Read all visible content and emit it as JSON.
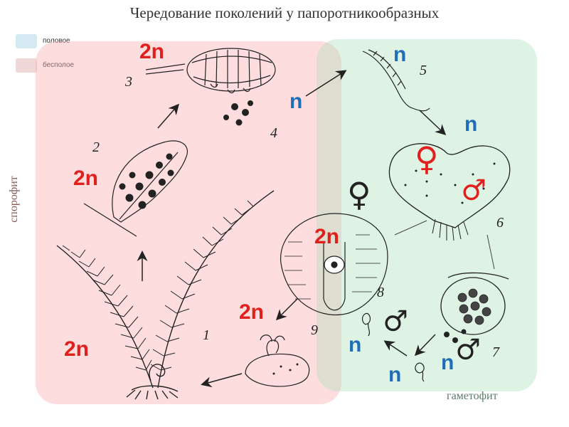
{
  "title": "Чередование поколений у папоротникообразных",
  "legend": [
    {
      "label": "половое",
      "color": "#d4e9f1"
    },
    {
      "label": "бесполое",
      "color": "#f1d8d8"
    }
  ],
  "zones": {
    "sporophyte_label": "спорофит",
    "gametophyte_label": "гаметофит"
  },
  "ploidy": {
    "diploid": "2n",
    "haploid": "n"
  },
  "stage_numbers": [
    "1",
    "2",
    "3",
    "4",
    "5",
    "6",
    "7",
    "8",
    "9"
  ],
  "symbols": {
    "female": "♀",
    "male": "♂"
  },
  "colors": {
    "diploid_text": "#e0201c",
    "haploid_text": "#1e6fb8",
    "sporophyte_zone": "#f7c6c6",
    "gametophyte_zone": "#cdebd6"
  }
}
